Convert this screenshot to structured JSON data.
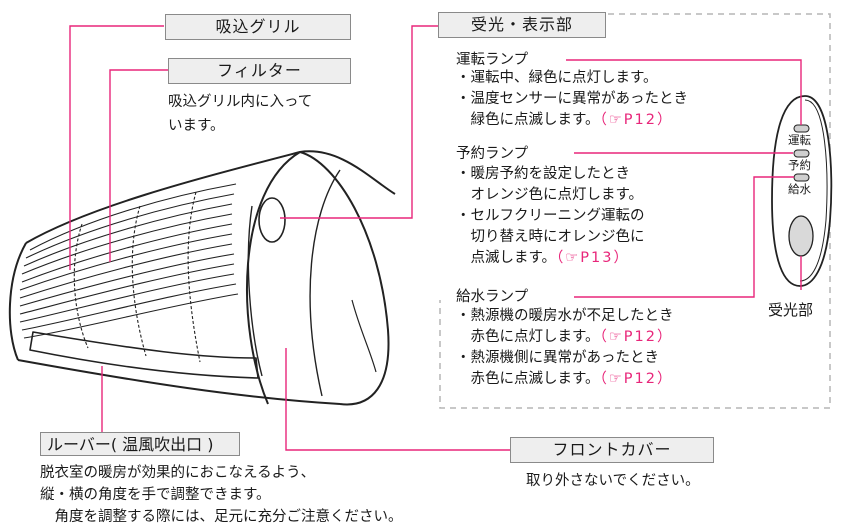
{
  "colors": {
    "leader": "#e8267a",
    "outline": "#222222",
    "box_border": "#8a8a8a",
    "box_fill": "#eeeeee",
    "dashed": "#b5b5b5",
    "reference": "#e8267a"
  },
  "intake_grille": {
    "label": "吸込グリル"
  },
  "filter": {
    "label": "フィルター",
    "desc_lines": [
      "吸込グリル内に入って",
      "います。"
    ]
  },
  "display": {
    "label": "受光・表示部",
    "operation_lamp": {
      "title": "運転ランプ",
      "bullets": [
        {
          "lines": [
            "・運転中、緑色に点灯します。"
          ],
          "ref": ""
        },
        {
          "lines": [
            "・温度センサーに異常があったとき",
            "　緑色に点滅します。"
          ],
          "ref": "（☞P12）"
        }
      ]
    },
    "timer_lamp": {
      "title": "予約ランプ",
      "bullets": [
        {
          "lines": [
            "・暖房予約を設定したとき",
            "　オレンジ色に点灯します。"
          ],
          "ref": ""
        },
        {
          "lines": [
            "・セルフクリーニング運転の",
            "　切り替え時にオレンジ色に",
            "　点滅します。"
          ],
          "ref": "（☞P13）"
        }
      ]
    },
    "water_lamp": {
      "title": "給水ランプ",
      "bullets": [
        {
          "lines": [
            "・熱源機の暖房水が不足したとき",
            "　赤色に点灯します。"
          ],
          "ref": "（☞P12）"
        },
        {
          "lines": [
            "・熱源機側に異常があったとき",
            "　赤色に点滅します。"
          ],
          "ref": "（☞P12）"
        }
      ]
    },
    "panel_labels": {
      "operation": "運転",
      "timer": "予約",
      "water": "給水"
    },
    "receiver_label": "受光部"
  },
  "louver": {
    "label": "ルーバー( 温風吹出口 )",
    "desc_lines": [
      "脱衣室の暖房が効果的におこなえるよう、",
      "縦・横の角度を手で調整できます。",
      "　角度を調整する際には、足元に充分ご注意ください。"
    ]
  },
  "front_cover": {
    "label": "フロントカバー",
    "desc": "取り外さないでください。"
  }
}
